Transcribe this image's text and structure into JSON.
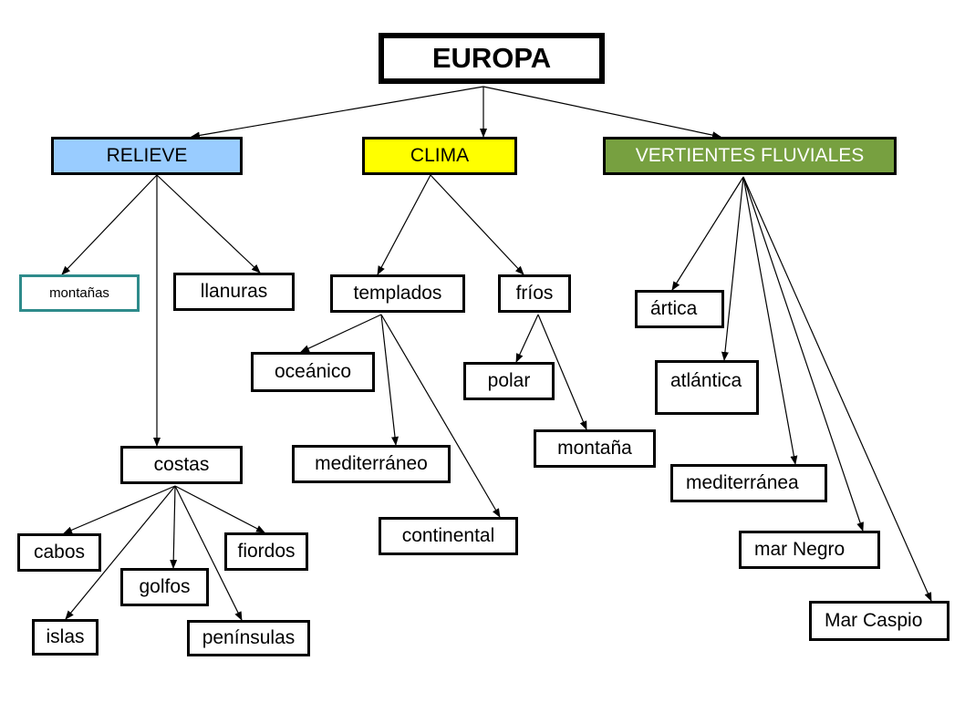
{
  "title": "EUROPA",
  "categories": {
    "relieve": {
      "label": "RELIEVE",
      "color": "#99ccff"
    },
    "clima": {
      "label": "CLIMA",
      "color": "#ffff00"
    },
    "vertientes": {
      "label": "VERTIENTES FLUVIALES",
      "color": "#77a040"
    }
  },
  "relieve": {
    "montanas": "montañas",
    "llanuras": "llanuras",
    "costas": "costas",
    "costas_items": {
      "cabos": "cabos",
      "golfos": "golfos",
      "fiordos": "fiordos",
      "islas": "islas",
      "peninsulas": "penínsulas"
    }
  },
  "clima": {
    "templados": "templados",
    "templados_items": {
      "oceanico": "oceánico",
      "mediterraneo": "mediterráneo",
      "continental": "continental"
    },
    "frios": "fríos",
    "frios_items": {
      "polar": "polar",
      "montana": "montaña"
    }
  },
  "vertientes": {
    "artica": "ártica",
    "atlantica": "atlántica",
    "mediterranea": "mediterránea",
    "mar_negro": "mar Negro",
    "mar_caspio": "Mar Caspio"
  }
}
